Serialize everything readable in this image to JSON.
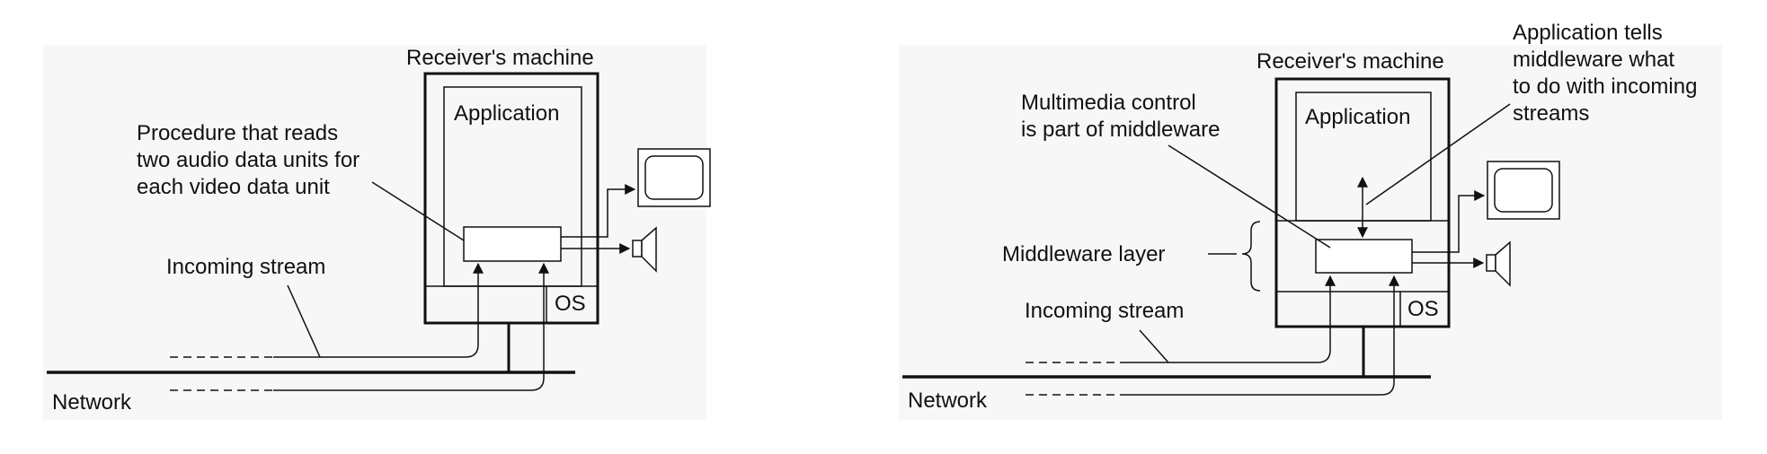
{
  "left_diagram": {
    "machine_label": "Receiver's machine",
    "application_label": "Application",
    "os_label": "OS",
    "procedure_note": [
      "Procedure that reads",
      "two audio data units for",
      "each video data unit"
    ],
    "incoming_stream_label": "Incoming stream",
    "network_label": "Network"
  },
  "right_diagram": {
    "machine_label": "Receiver's machine",
    "application_label": "Application",
    "os_label": "OS",
    "app_note": [
      "Application tells",
      "middleware what",
      "to do with incoming",
      "streams"
    ],
    "multimedia_note": [
      "Multimedia control",
      "is part of middleware"
    ],
    "middleware_label": "Middleware layer",
    "incoming_stream_label": "Incoming stream",
    "network_label": "Network"
  }
}
